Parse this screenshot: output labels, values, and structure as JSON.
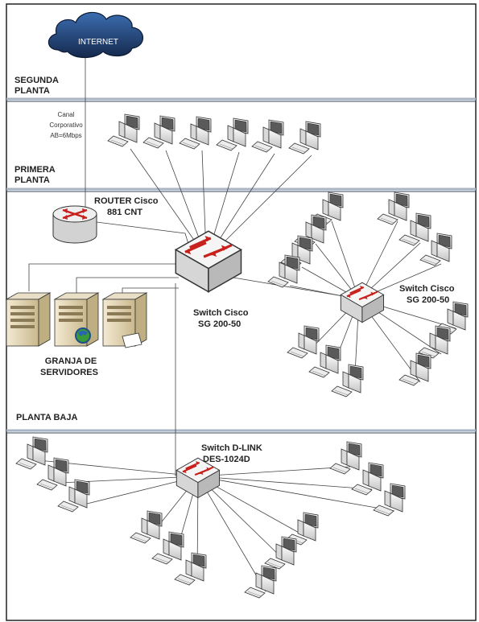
{
  "floors": {
    "segunda": [
      "SEGUNDA",
      "PLANTA"
    ],
    "primera": [
      "PRIMERA",
      "PLANTA"
    ],
    "baja": "PLANTA BAJA"
  },
  "internet": "INTERNET",
  "channel": [
    "Canal",
    "Corporativo",
    "AB=6Mbps"
  ],
  "router": [
    "ROUTER Cisco",
    "881 CNT"
  ],
  "switch_main": [
    "Switch Cisco",
    "SG 200-50"
  ],
  "switch_right": [
    "Switch Cisco",
    "SG 200-50"
  ],
  "switch_dlink": [
    "Switch D-LINK",
    "DES-1024D"
  ],
  "servers": [
    "GRANJA DE",
    "SERVIDORES"
  ],
  "colors": {
    "frame": "#222222",
    "floor_line": "#a9b4c4",
    "cable": "#444444",
    "cloud": "#1f3f73",
    "device_red": "#c8201c"
  },
  "icons": [
    "cloud-icon",
    "router-icon",
    "switch-icon",
    "server-icon",
    "computer-icon"
  ]
}
